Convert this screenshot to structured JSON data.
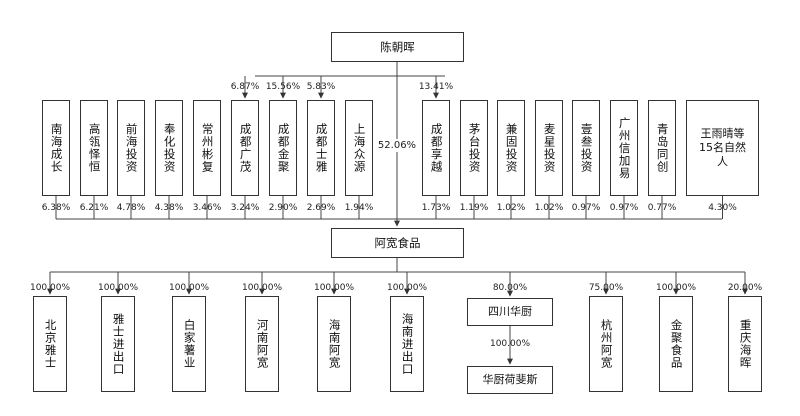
{
  "top_holder": "陈朝晖",
  "main_company": "阿宽食品",
  "controller_pct": "52.06%",
  "shareholders": [
    {
      "name": "南海成长",
      "pct": "6.38%"
    },
    {
      "name": "高瓴怿恒",
      "pct": "6.21%"
    },
    {
      "name": "前海投资",
      "pct": "4.78%"
    },
    {
      "name": "奉化投资",
      "pct": "4.38%"
    },
    {
      "name": "常州彬复",
      "pct": "3.46%"
    },
    {
      "name": "成都广茂",
      "pct": "3.24%",
      "controller_stake": "6.87%"
    },
    {
      "name": "成都金聚",
      "pct": "2.90%",
      "controller_stake": "15.56%"
    },
    {
      "name": "成都士雅",
      "pct": "2.69%",
      "controller_stake": "5.83%"
    },
    {
      "name": "上海众源",
      "pct": "1.94%"
    },
    {
      "name": "成都享越",
      "pct": "1.73%",
      "controller_stake": "13.41%"
    },
    {
      "name": "茅台投资",
      "pct": "1.19%"
    },
    {
      "name": "兼固投资",
      "pct": "1.02%"
    },
    {
      "name": "麦星投资",
      "pct": "1.02%"
    },
    {
      "name": "壹叁投资",
      "pct": "0.97%"
    },
    {
      "name": "广州信加易",
      "pct": "0.97%"
    },
    {
      "name": "青岛同创",
      "pct": "0.77%"
    },
    {
      "name": "王雨晴等\n15名自然\n人",
      "pct": "4.30%"
    }
  ],
  "subsidiaries": [
    {
      "name": "北京雅士",
      "pct": "100.00%"
    },
    {
      "name": "雅士进出口",
      "pct": "100.00%"
    },
    {
      "name": "白家薯业",
      "pct": "100.00%"
    },
    {
      "name": "河南阿宽",
      "pct": "100.00%"
    },
    {
      "name": "海南阿宽",
      "pct": "100.00%"
    },
    {
      "name": "海南进出口",
      "pct": "100.00%"
    },
    {
      "name": "四川华厨",
      "pct": "80.00%"
    },
    {
      "name": "杭州阿宽",
      "pct": "75.00%"
    },
    {
      "name": "金聚食品",
      "pct": "100.00%"
    },
    {
      "name": "重庆海晖",
      "pct": "20.00%"
    }
  ],
  "sub_subsidiary": {
    "name": "华厨荷斐斯",
    "pct": "100.00%"
  }
}
